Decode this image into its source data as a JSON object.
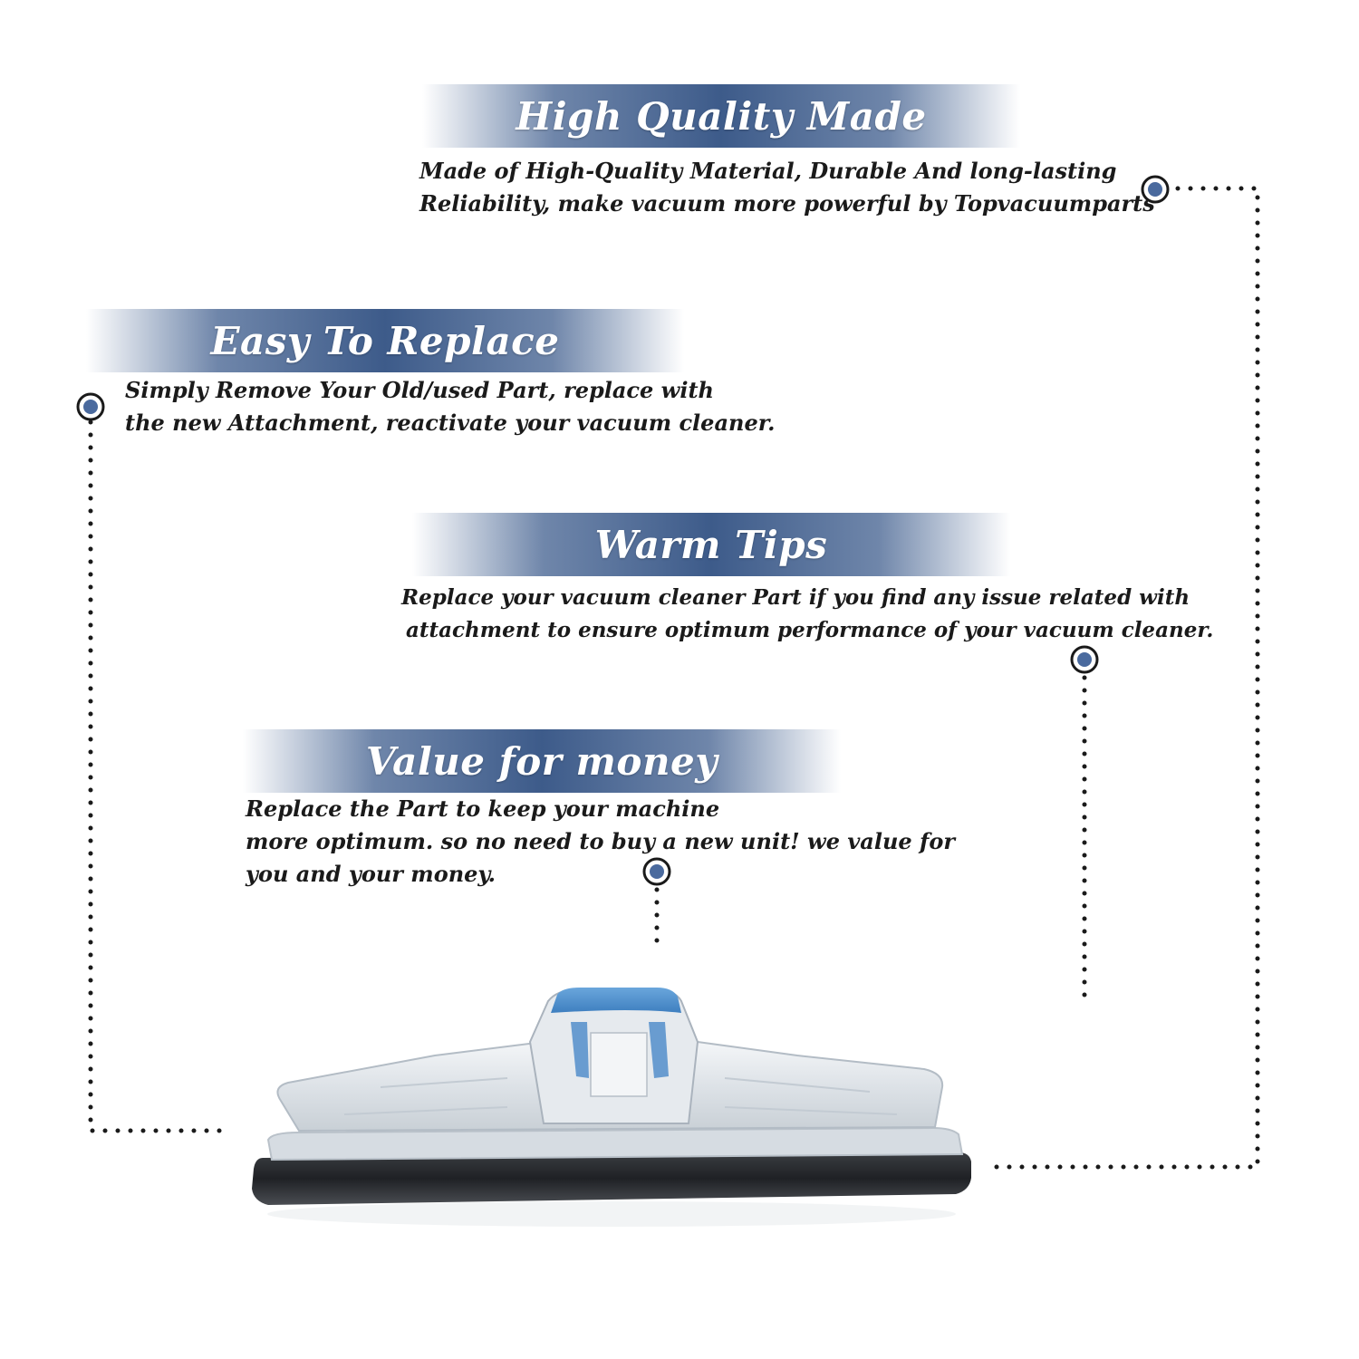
{
  "sections": [
    {
      "title": "High Quality Made",
      "lines": [
        "Made of  High-Quality Material, Durable And long-lasting",
        "Reliability, make vacuum more powerful by Topvacuumparts"
      ]
    },
    {
      "title": "Easy To Replace",
      "lines": [
        "Simply Remove Your Old/used Part, replace with",
        "the new Attachment, reactivate your vacuum cleaner."
      ]
    },
    {
      "title": "Warm Tips",
      "lines": [
        "Replace your vacuum cleaner Part if you find any issue related with",
        "attachment to ensure optimum performance of your vacuum cleaner."
      ]
    },
    {
      "title": "Value for money",
      "lines": [
        "Replace the Part to keep your machine",
        "more optimum. so no need to buy a new unit! we value for",
        "you and your money."
      ]
    }
  ],
  "colors": {
    "accent": "#3d5b8a",
    "dot": "#4a6a9e",
    "text": "#1a1a1a"
  }
}
